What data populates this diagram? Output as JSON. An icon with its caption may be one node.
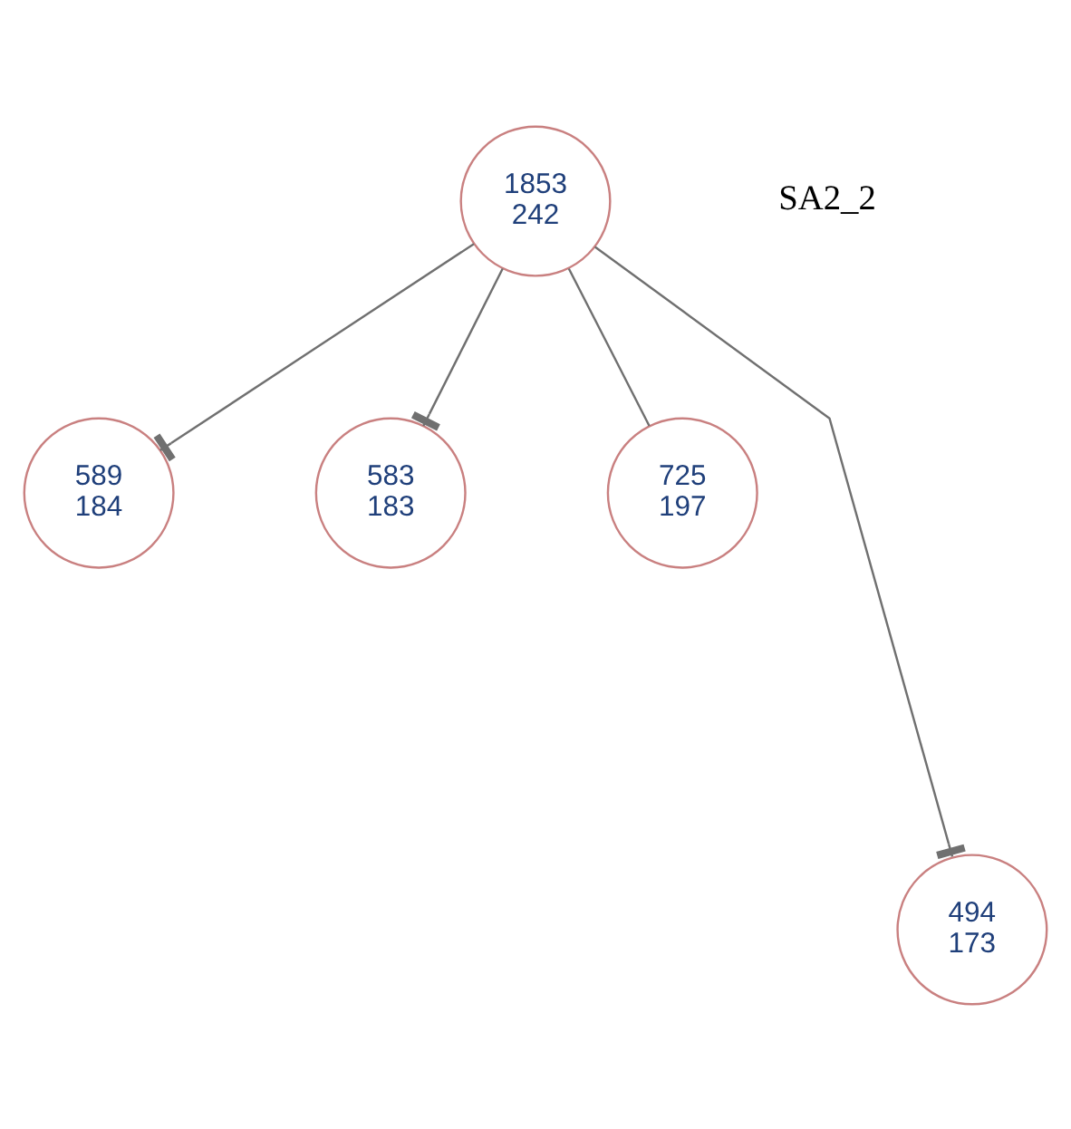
{
  "diagram": {
    "nodes": [
      {
        "text": [
          "1853",
          "242"
        ]
      },
      {
        "text": [
          "589",
          "184"
        ]
      },
      {
        "text": [
          "583",
          "183"
        ]
      },
      {
        "text": [
          "725",
          "197"
        ]
      },
      {
        "text": [
          "494",
          "173"
        ]
      }
    ],
    "edges": [
      {
        "from": 0,
        "to": 1,
        "arrow": "other"
      },
      {
        "from": 0,
        "to": 2,
        "arrow": "other"
      },
      {
        "from": 0,
        "to": 3,
        "arrow": "none"
      },
      {
        "from": 0,
        "to": 4,
        "arrow": "other"
      }
    ],
    "labels": [
      "SA2_2"
    ]
  }
}
